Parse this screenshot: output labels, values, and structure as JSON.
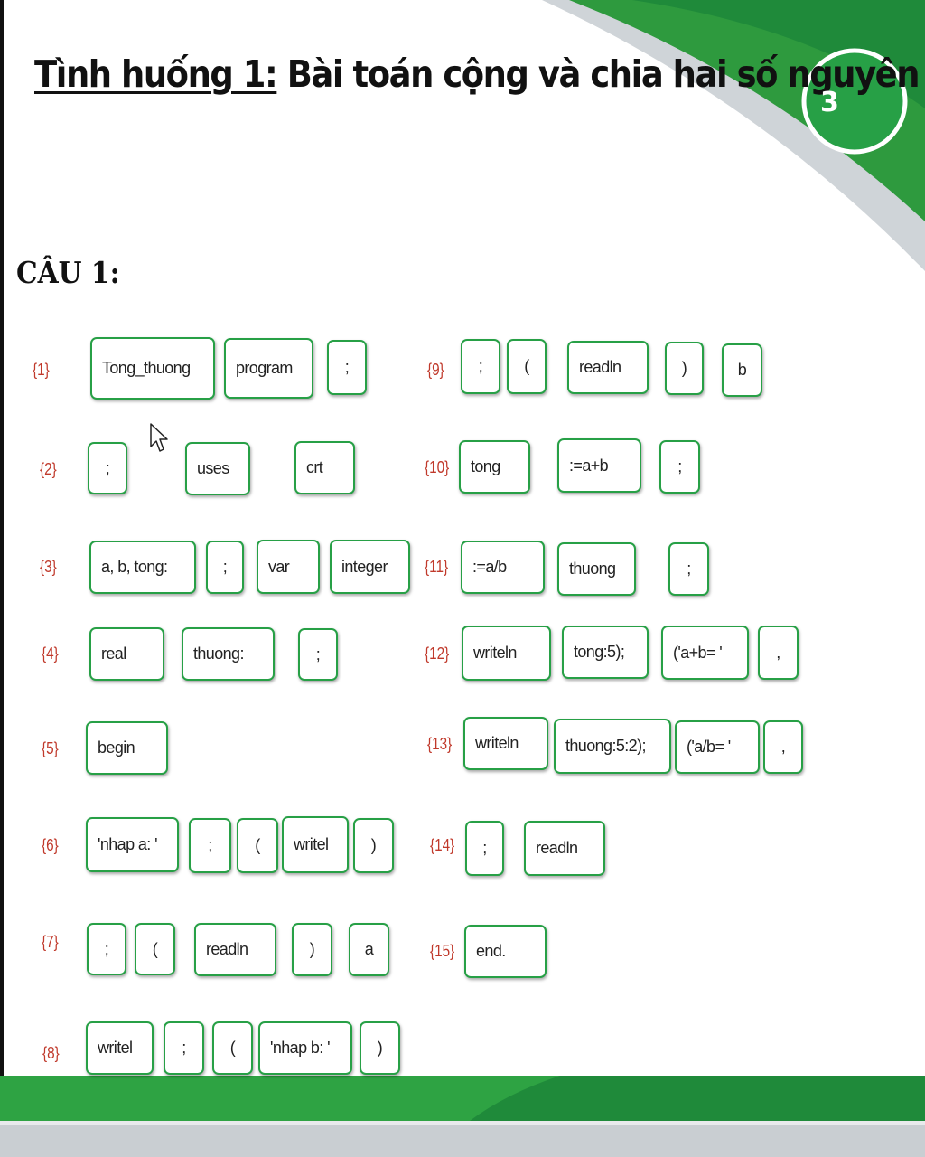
{
  "slide": {
    "title_part1": "Tình huống 1:",
    "title_part2": " Bài toán cộng và chia hai số nguyên",
    "badge": "3",
    "question": "CÂU 1:"
  },
  "icons": {
    "cursor": "mouse-pointer-icon"
  },
  "colors": {
    "green": "#27a046",
    "dark_green": "#1f8a3a",
    "label_red": "#c0392b"
  },
  "rows": [
    {
      "label": "{1}",
      "tiles": [
        "Tong_thuong",
        "program",
        ";"
      ]
    },
    {
      "label": "{2}",
      "tiles": [
        ";",
        "uses",
        "crt"
      ]
    },
    {
      "label": "{3}",
      "tiles": [
        "a, b, tong:",
        ";",
        "var",
        "integer"
      ]
    },
    {
      "label": "{4}",
      "tiles": [
        "real",
        "thuong:",
        ";"
      ]
    },
    {
      "label": "{5}",
      "tiles": [
        "begin"
      ]
    },
    {
      "label": "{6}",
      "tiles": [
        "'nhap a: '",
        ";",
        "(",
        "writel",
        ")"
      ]
    },
    {
      "label": "{7}",
      "tiles": [
        ";",
        "(",
        "readln",
        ")",
        "a"
      ]
    },
    {
      "label": "{8}",
      "tiles": [
        "writel",
        ";",
        "(",
        "'nhap b: '",
        ")"
      ]
    },
    {
      "label": "{9}",
      "tiles": [
        ";",
        "(",
        "readln",
        ")",
        "b"
      ]
    },
    {
      "label": "{10}",
      "tiles": [
        "tong",
        ":=a+b",
        ";"
      ]
    },
    {
      "label": "{11}",
      "tiles": [
        ":=a/b",
        "thuong",
        ";"
      ]
    },
    {
      "label": "{12}",
      "tiles": [
        "writeln",
        "tong:5);",
        "('a+b= '",
        ","
      ]
    },
    {
      "label": "{13}",
      "tiles": [
        "writeln",
        "thuong:5:2);",
        "('a/b= '",
        ","
      ]
    },
    {
      "label": "{14}",
      "tiles": [
        ";",
        "readln"
      ]
    },
    {
      "label": "{15}",
      "tiles": [
        "end."
      ]
    }
  ]
}
